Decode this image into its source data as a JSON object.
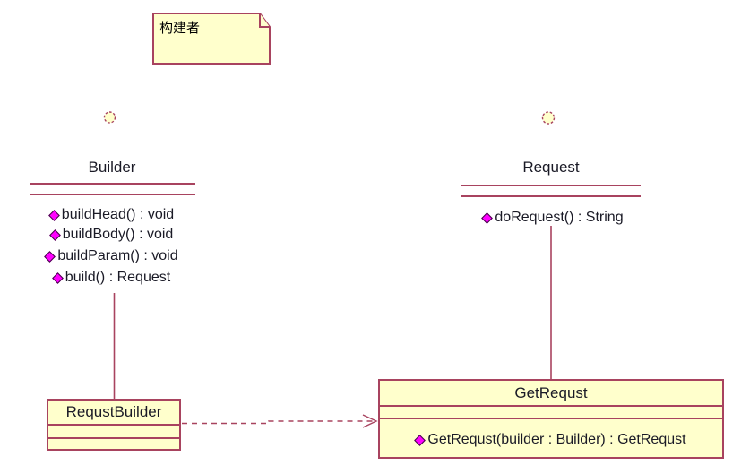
{
  "diagram": {
    "note": {
      "text": "构建者"
    },
    "nodes": {
      "builder": {
        "type": "interface",
        "name": "Builder",
        "methods": [
          "buildHead() : void",
          "buildBody() : void",
          "buildParam() : void",
          "build() : Request"
        ]
      },
      "request": {
        "type": "interface",
        "name": "Request",
        "methods": [
          "doRequest() : String"
        ]
      },
      "requstBuilder": {
        "type": "class",
        "name": "RequstBuilder",
        "methods": []
      },
      "getRequst": {
        "type": "class",
        "name": "GetRequst",
        "methods": [
          "GetRequst(builder : Builder) : GetRequst"
        ]
      }
    },
    "edges": [
      {
        "from": "Builder",
        "to": "RequstBuilder",
        "style": "solid-line"
      },
      {
        "from": "Request",
        "to": "GetRequst",
        "style": "solid-line"
      },
      {
        "from": "RequstBuilder",
        "to": "GetRequst",
        "style": "dashed-open-arrow"
      }
    ],
    "colors": {
      "stroke": "#A8435F",
      "node_fill": "#FFFFCC",
      "visibility_diamond": "#FF00FF",
      "text": "#1A1A26",
      "background": "#FFFFFF"
    }
  }
}
